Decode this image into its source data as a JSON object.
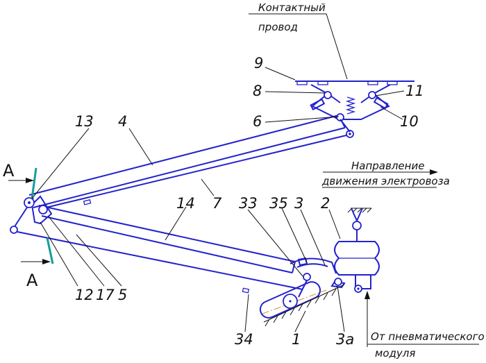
{
  "labels": {
    "n1": "1",
    "n2": "2",
    "n3": "3",
    "n3a": "3а",
    "n4": "4",
    "n5": "5",
    "n6": "6",
    "n7": "7",
    "n8": "8",
    "n9": "9",
    "n10": "10",
    "n11": "11",
    "n12": "12",
    "n13": "13",
    "n14": "14",
    "n17": "17",
    "n33": "33",
    "n34": "34",
    "n35": "35"
  },
  "section": {
    "a_top": "A",
    "a_bottom": "A"
  },
  "notes": {
    "wire_line1": "Контактный",
    "wire_line2": "провод",
    "dir_line1": "Направление",
    "dir_line2": "движения электровоза",
    "pneu_line1": "От пневматического",
    "pneu_line2": "модуля"
  },
  "colors": {
    "mechanism": "#2222cc",
    "section_line": "#159c9c",
    "leaders": "#111111"
  }
}
